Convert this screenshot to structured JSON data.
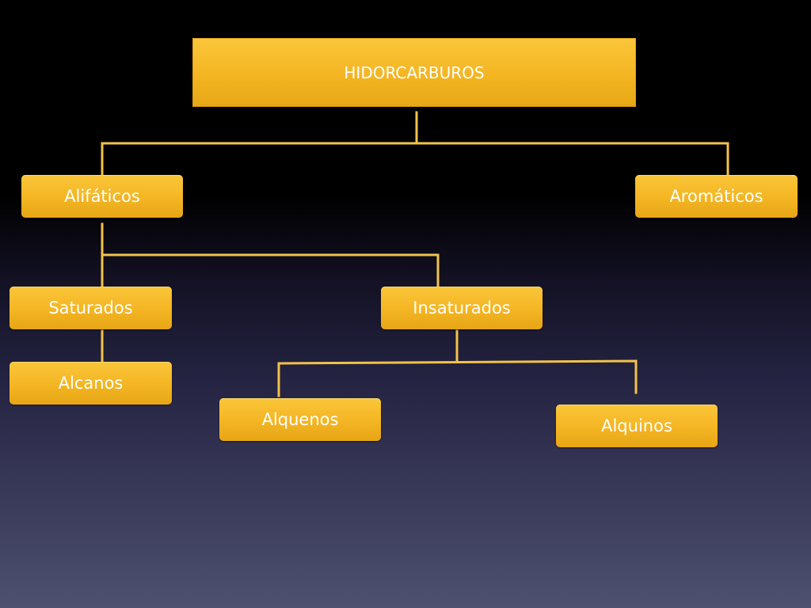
{
  "diagram": {
    "root": {
      "label": "HIDORCARBUROS"
    },
    "branches": {
      "alifaticos": {
        "label": "Alifáticos"
      },
      "aromaticos": {
        "label": "Aromáticos"
      },
      "saturados": {
        "label": "Saturados"
      },
      "insaturados": {
        "label": "Insaturados"
      },
      "alcanos": {
        "label": "Alcanos"
      },
      "alquenos": {
        "label": "Alquenos"
      },
      "alquinos": {
        "label": "Alquinos"
      }
    }
  },
  "colors": {
    "node_fill": "#f4b523",
    "connector": "#f2c24a",
    "background_top": "#000000",
    "background_bottom": "#4e5270"
  }
}
